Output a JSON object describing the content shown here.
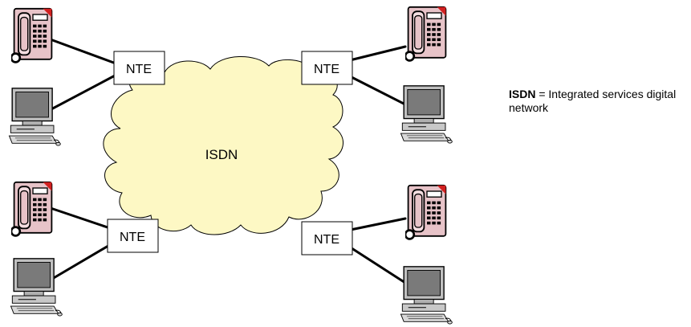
{
  "cloud": {
    "label": "ISDN",
    "fill": "#fdf8c4",
    "stroke": "#000000"
  },
  "nte": [
    {
      "label": "NTE"
    },
    {
      "label": "NTE"
    },
    {
      "label": "NTE"
    },
    {
      "label": "NTE"
    }
  ],
  "legend": {
    "term": "ISDN",
    "separator": " = ",
    "definition": "Integrated services digital network"
  },
  "colors": {
    "phone_body": "#e7c3c8",
    "phone_red_corner": "#d22020",
    "monitor_grey": "#c0c0c0",
    "screen_dark": "#7a7a7a"
  },
  "icons": [
    "telephone-icon",
    "computer-icon"
  ]
}
